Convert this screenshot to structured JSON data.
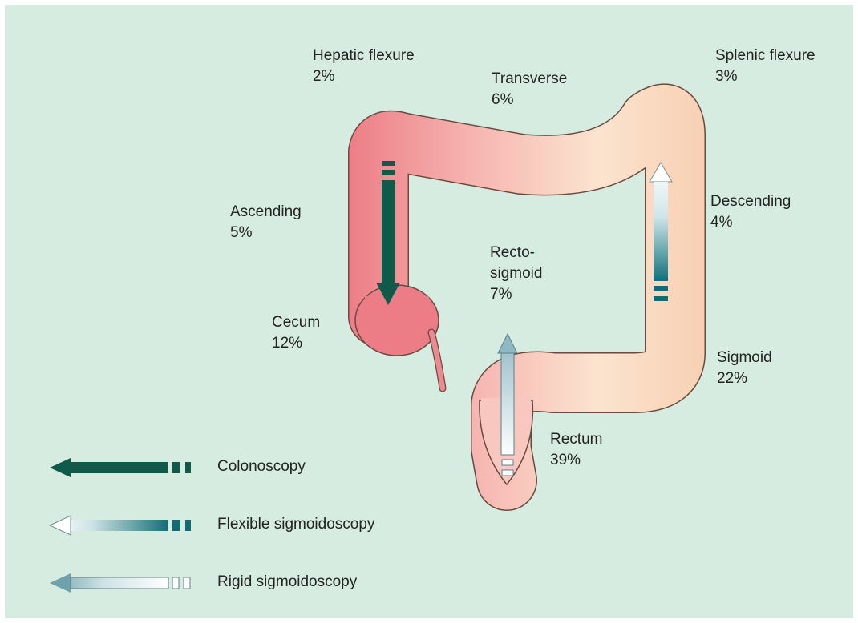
{
  "segments": {
    "hepatic_flexure": {
      "name": "Hepatic flexure",
      "percent": "2%"
    },
    "transverse": {
      "name": "Transverse",
      "percent": "6%"
    },
    "splenic_flexure": {
      "name": "Splenic flexure",
      "percent": "3%"
    },
    "ascending": {
      "name": "Ascending",
      "percent": "5%"
    },
    "descending": {
      "name": "Descending",
      "percent": "4%"
    },
    "rectosigmoid": {
      "name_line1": "Recto-",
      "name_line2": "sigmoid",
      "percent": "7%"
    },
    "cecum": {
      "name": "Cecum",
      "percent": "12%"
    },
    "sigmoid": {
      "name": "Sigmoid",
      "percent": "22%"
    },
    "rectum": {
      "name": "Rectum",
      "percent": "39%"
    }
  },
  "legend": {
    "colonoscopy": "Colonoscopy",
    "flexible": "Flexible sigmoidoscopy",
    "rigid": "Rigid sigmoidoscopy"
  },
  "colors": {
    "background": "#d6ece0",
    "colonoscopy": "#0f5a48",
    "flexible": "#1b7a82",
    "rigid": "#9fc4cc",
    "colon_proximal": "#ec7c86",
    "colon_distal": "#fbe6cc"
  }
}
